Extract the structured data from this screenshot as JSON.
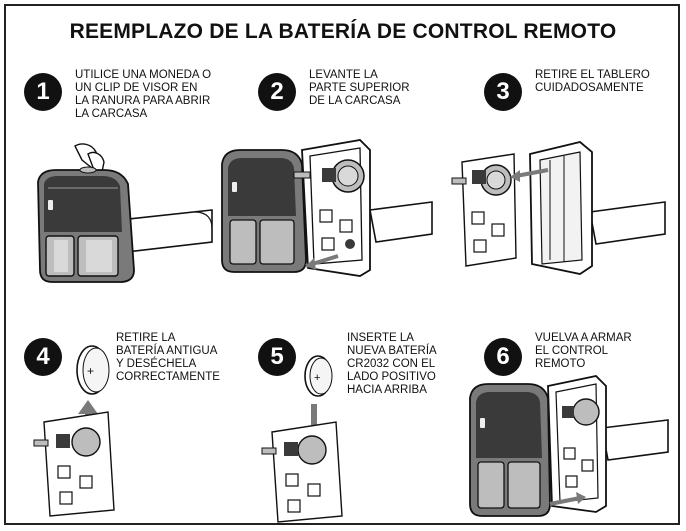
{
  "title": "REEMPLAZO DE LA BATERÍA DE CONTROL REMOTO",
  "steps": [
    {
      "number": "1",
      "lines": [
        "UTILICE UNA MONEDA O",
        "UN CLIP DE VISOR EN",
        "LA RANURA PARA ABRIR",
        "LA CARCASA"
      ]
    },
    {
      "number": "2",
      "lines": [
        "LEVANTE LA",
        "PARTE SUPERIOR",
        "DE LA CARCASA"
      ]
    },
    {
      "number": "3",
      "lines": [
        "RETIRE EL TABLERO",
        "CUIDADOSAMENTE"
      ]
    },
    {
      "number": "4",
      "lines": [
        "RETIRE LA",
        "BATERÍA ANTIGUA",
        "Y DESÉCHELA",
        "CORRECTAMENTE"
      ]
    },
    {
      "number": "5",
      "lines": [
        "INSERTE LA",
        "NUEVA BATERÍA",
        "CR2032 CON EL",
        "LADO POSITIVO",
        "HACIA ARRIBA"
      ]
    },
    {
      "number": "6",
      "lines": [
        "VUELVA A ARMAR",
        "EL CONTROL",
        "REMOTO"
      ]
    }
  ],
  "battery_symbol": "+",
  "colors": {
    "ink": "#111111",
    "light_gray": "#bdbdbd",
    "mid_gray": "#7a7a7a",
    "dark_gray": "#3a3a3a"
  }
}
